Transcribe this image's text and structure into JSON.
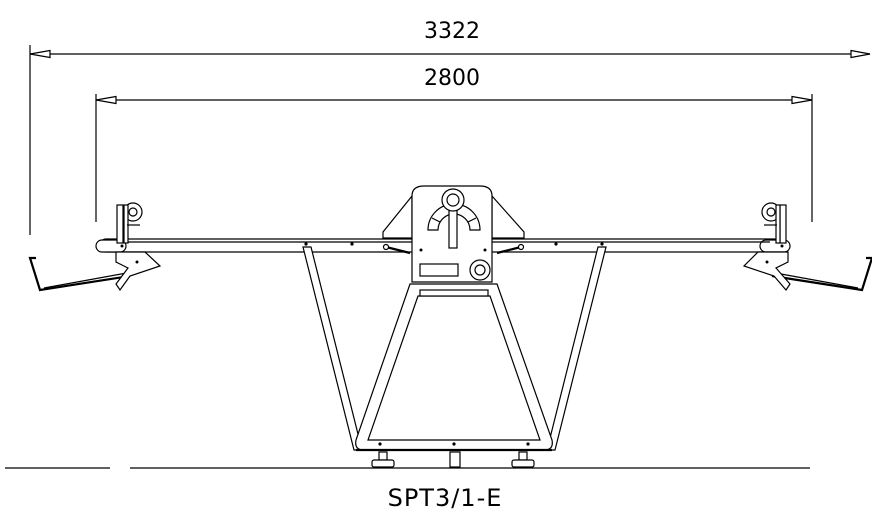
{
  "drawing": {
    "dimensions": {
      "overall_width": "3322",
      "working_width": "2800"
    },
    "model_label": "SPT3/1-E"
  }
}
